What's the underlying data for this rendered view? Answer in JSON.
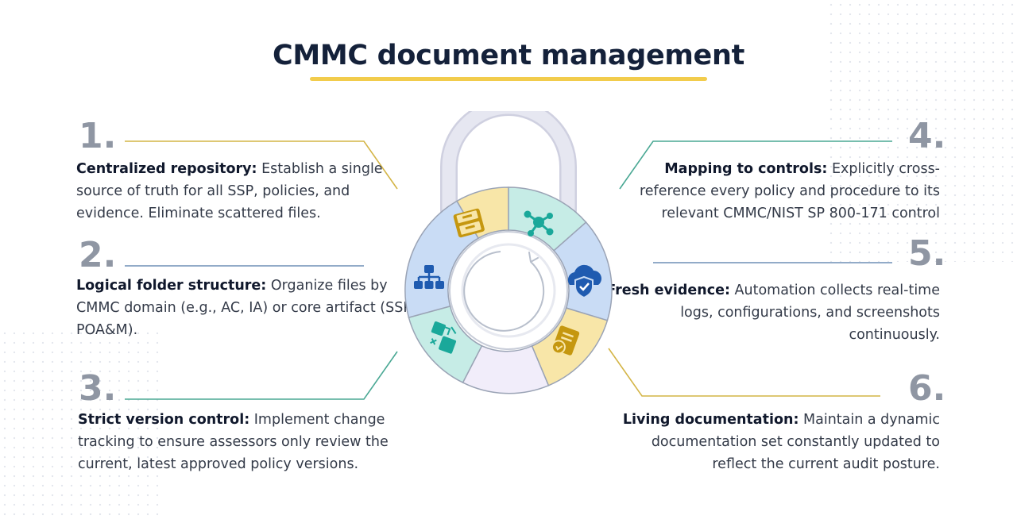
{
  "title": "CMMC document management",
  "colors": {
    "title_underline": "#f2cc4c",
    "yellow_segment": "#f8e6a8",
    "teal_segment": "#c6ece6",
    "blue_segment": "#c9dcf5",
    "lavender_segment": "#f1edfa",
    "shackle": "#e3e4ef",
    "icon_gold": "#c5970f",
    "icon_teal": "#1aa89a",
    "icon_blue": "#1f5bb0"
  },
  "items": [
    {
      "number": "1.",
      "heading": "Centralized repository:",
      "text": " Establish a single source of truth for all SSP, policies, and evidence. Eliminate scattered files.",
      "icon": "file-cabinet-icon"
    },
    {
      "number": "2.",
      "heading": "Logical folder structure:",
      "text": " Organize files by CMMC domain (e.g., AC, IA) or core artifact (SSP, POA&M).",
      "icon": "hierarchy-icon"
    },
    {
      "number": "3.",
      "heading": "Strict version control:",
      "text": " Implement change tracking to ensure assessors only review the current, latest approved policy versions.",
      "icon": "version-compare-icon"
    },
    {
      "number": "4.",
      "heading": "Mapping to controls:",
      "text": " Explicitly cross-reference every policy and procedure to its relevant CMMC/NIST SP 800-171 control",
      "icon": "network-nodes-icon"
    },
    {
      "number": "5.",
      "heading": "Fresh evidence:",
      "text": " Automation collects real-time logs, configurations, and screenshots continuously.",
      "icon": "cloud-shield-icon"
    },
    {
      "number": "6.",
      "heading": "Living documentation:",
      "text": " Maintain a dynamic documentation set constantly updated to reflect the current audit posture.",
      "icon": "document-check-icon"
    }
  ]
}
